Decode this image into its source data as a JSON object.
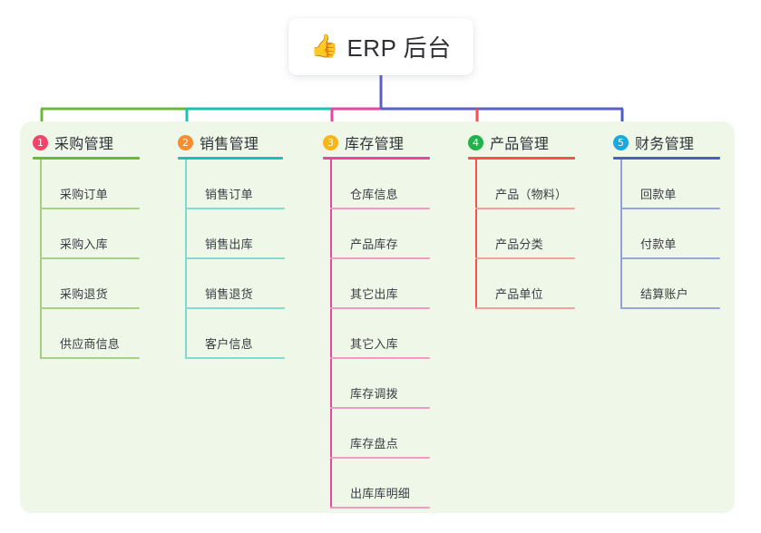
{
  "root": {
    "icon": "thumbs-up-icon",
    "icon_glyph": "👍",
    "title": "ERP 后台"
  },
  "panel": {
    "background_color": "#eef7e8"
  },
  "trunk": {
    "color": "#5a5fc8"
  },
  "columns": [
    {
      "index": "1",
      "title": "采购管理",
      "badge_color": "#f2436a",
      "rule_color": "#6cb83f",
      "spine_color": "#a2cf7e",
      "leaf_rule_color": "#a7d184",
      "connector_color": "#6cb83f",
      "rule_width": 118,
      "items": [
        "采购订单",
        "采购入库",
        "采购退货",
        "供应商信息"
      ]
    },
    {
      "index": "2",
      "title": "销售管理",
      "badge_color": "#f68d2e",
      "rule_color": "#1cc0b4",
      "spine_color": "#7fd8d0",
      "leaf_rule_color": "#84d9d1",
      "connector_color": "#1cc0b4",
      "rule_width": 116,
      "items": [
        "销售订单",
        "销售出库",
        "销售退货",
        "客户信息"
      ]
    },
    {
      "index": "3",
      "title": "库存管理",
      "badge_color": "#fbb615",
      "rule_color": "#e8479b",
      "spine_color": "#e8479b",
      "leaf_rule_color": "#f09bc4",
      "connector_color": "#e8479b",
      "rule_width": 118,
      "items": [
        "仓库信息",
        "产品库存",
        "其它出库",
        "其它入库",
        "库存调拨",
        "库存盘点",
        "出库库明细"
      ]
    },
    {
      "index": "4",
      "title": "产品管理",
      "badge_color": "#21b24b",
      "rule_color": "#f4524f",
      "spine_color": "#f4524f",
      "leaf_rule_color": "#f6a09e",
      "connector_color": "#f4524f",
      "rule_width": 118,
      "items": [
        "产品（物料）",
        "产品分类",
        "产品单位"
      ]
    },
    {
      "index": "5",
      "title": "财务管理",
      "badge_color": "#1ca7e0",
      "rule_color": "#4a5fc1",
      "spine_color": "#8f9fd8",
      "leaf_rule_color": "#97a6dd",
      "connector_color": "#4a5fc1",
      "rule_width": 118,
      "items": [
        "回款单",
        "付款单",
        "结算账户"
      ]
    }
  ]
}
